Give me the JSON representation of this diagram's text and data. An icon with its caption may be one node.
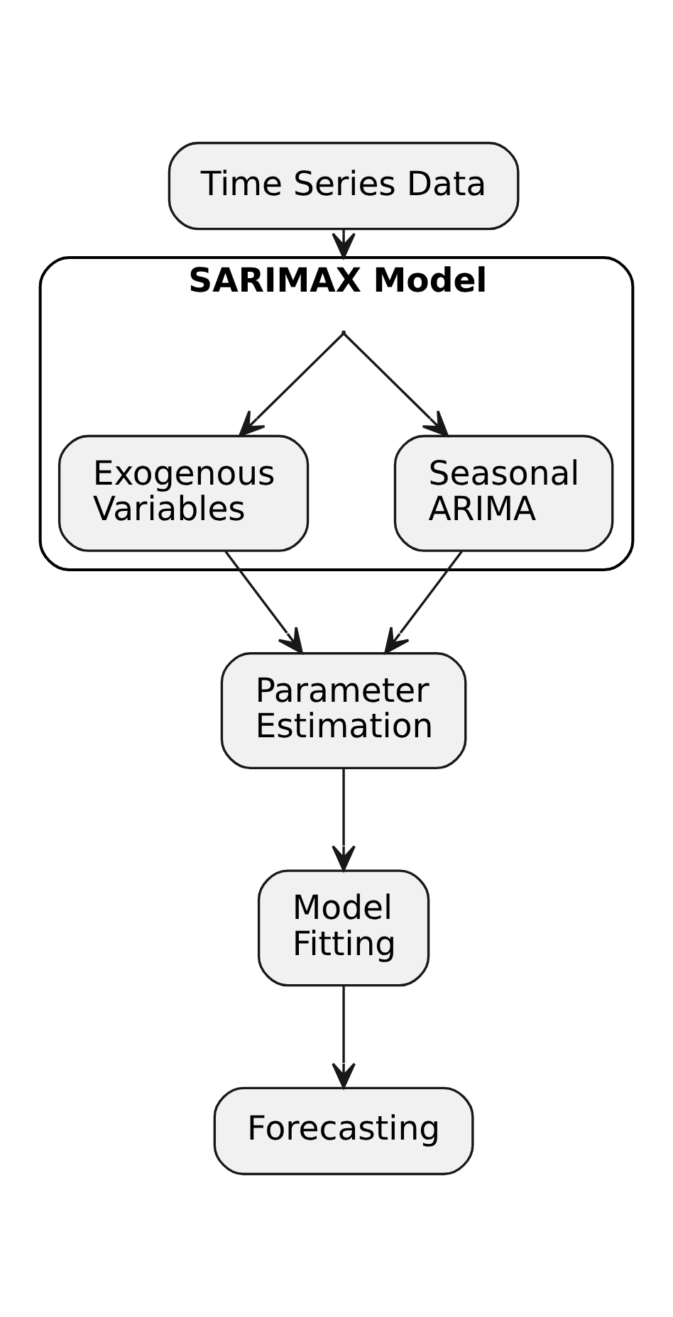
{
  "diagram": {
    "nodes": [
      {
        "text": [
          "Time Series Data"
        ]
      },
      {
        "text": [
          "SARIMAX Model"
        ]
      },
      {
        "text": [
          "Exogenous Variables"
        ],
        "in": 1
      },
      {
        "text": [
          "Seasonal ARIMA"
        ],
        "in": 1
      },
      {
        "text": [
          "Parameter Estimation"
        ]
      },
      {
        "text": [
          "Model Fitting"
        ]
      },
      {
        "text": [
          "Forecasting"
        ]
      }
    ],
    "edges": [
      {
        "from": 0,
        "to": 1,
        "arrow": "to"
      },
      {
        "from": 1,
        "to": 2,
        "arrow": "to"
      },
      {
        "from": 1,
        "to": 3,
        "arrow": "to"
      },
      {
        "from": 2,
        "to": 4,
        "arrow": "to"
      },
      {
        "from": 3,
        "to": 4,
        "arrow": "to"
      },
      {
        "from": 4,
        "to": 5,
        "arrow": "to"
      },
      {
        "from": 5,
        "to": 6,
        "arrow": "to"
      }
    ]
  }
}
